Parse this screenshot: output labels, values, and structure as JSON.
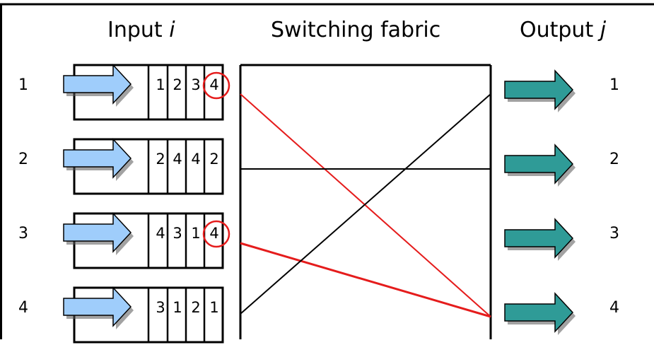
{
  "headers": {
    "input": "Input",
    "input_var": "i",
    "fabric": "Switching fabric",
    "output": "Output",
    "output_var": "j"
  },
  "input_ports": [
    {
      "label": "1",
      "queue": [
        "1",
        "2",
        "3",
        "4"
      ],
      "head_circled": true
    },
    {
      "label": "2",
      "queue": [
        "2",
        "4",
        "4",
        "2"
      ],
      "head_circled": false
    },
    {
      "label": "3",
      "queue": [
        "4",
        "3",
        "1",
        "4"
      ],
      "head_circled": true
    },
    {
      "label": "4",
      "queue": [
        "3",
        "1",
        "2",
        "1"
      ],
      "head_circled": false
    }
  ],
  "output_ports": [
    {
      "label": "1"
    },
    {
      "label": "2"
    },
    {
      "label": "3"
    },
    {
      "label": "4"
    }
  ],
  "connections": [
    {
      "from": 1,
      "to": 4,
      "color": "#e51c1c",
      "style": "active"
    },
    {
      "from": 3,
      "to": 4,
      "color": "#e51c1c",
      "style": "active"
    },
    {
      "from": 2,
      "to": 2,
      "color": "#000000",
      "style": "idle"
    },
    {
      "from": 4,
      "to": 1,
      "color": "#000000",
      "style": "idle"
    }
  ],
  "colors": {
    "input_arrow": "#9fcdfb",
    "output_arrow": "#2f9b97",
    "highlight": "#e51c1c",
    "border": "#000000"
  },
  "icons": {
    "input_arrow": "right-arrow-icon",
    "output_arrow": "right-arrow-icon",
    "highlight": "circle-highlight-icon"
  }
}
